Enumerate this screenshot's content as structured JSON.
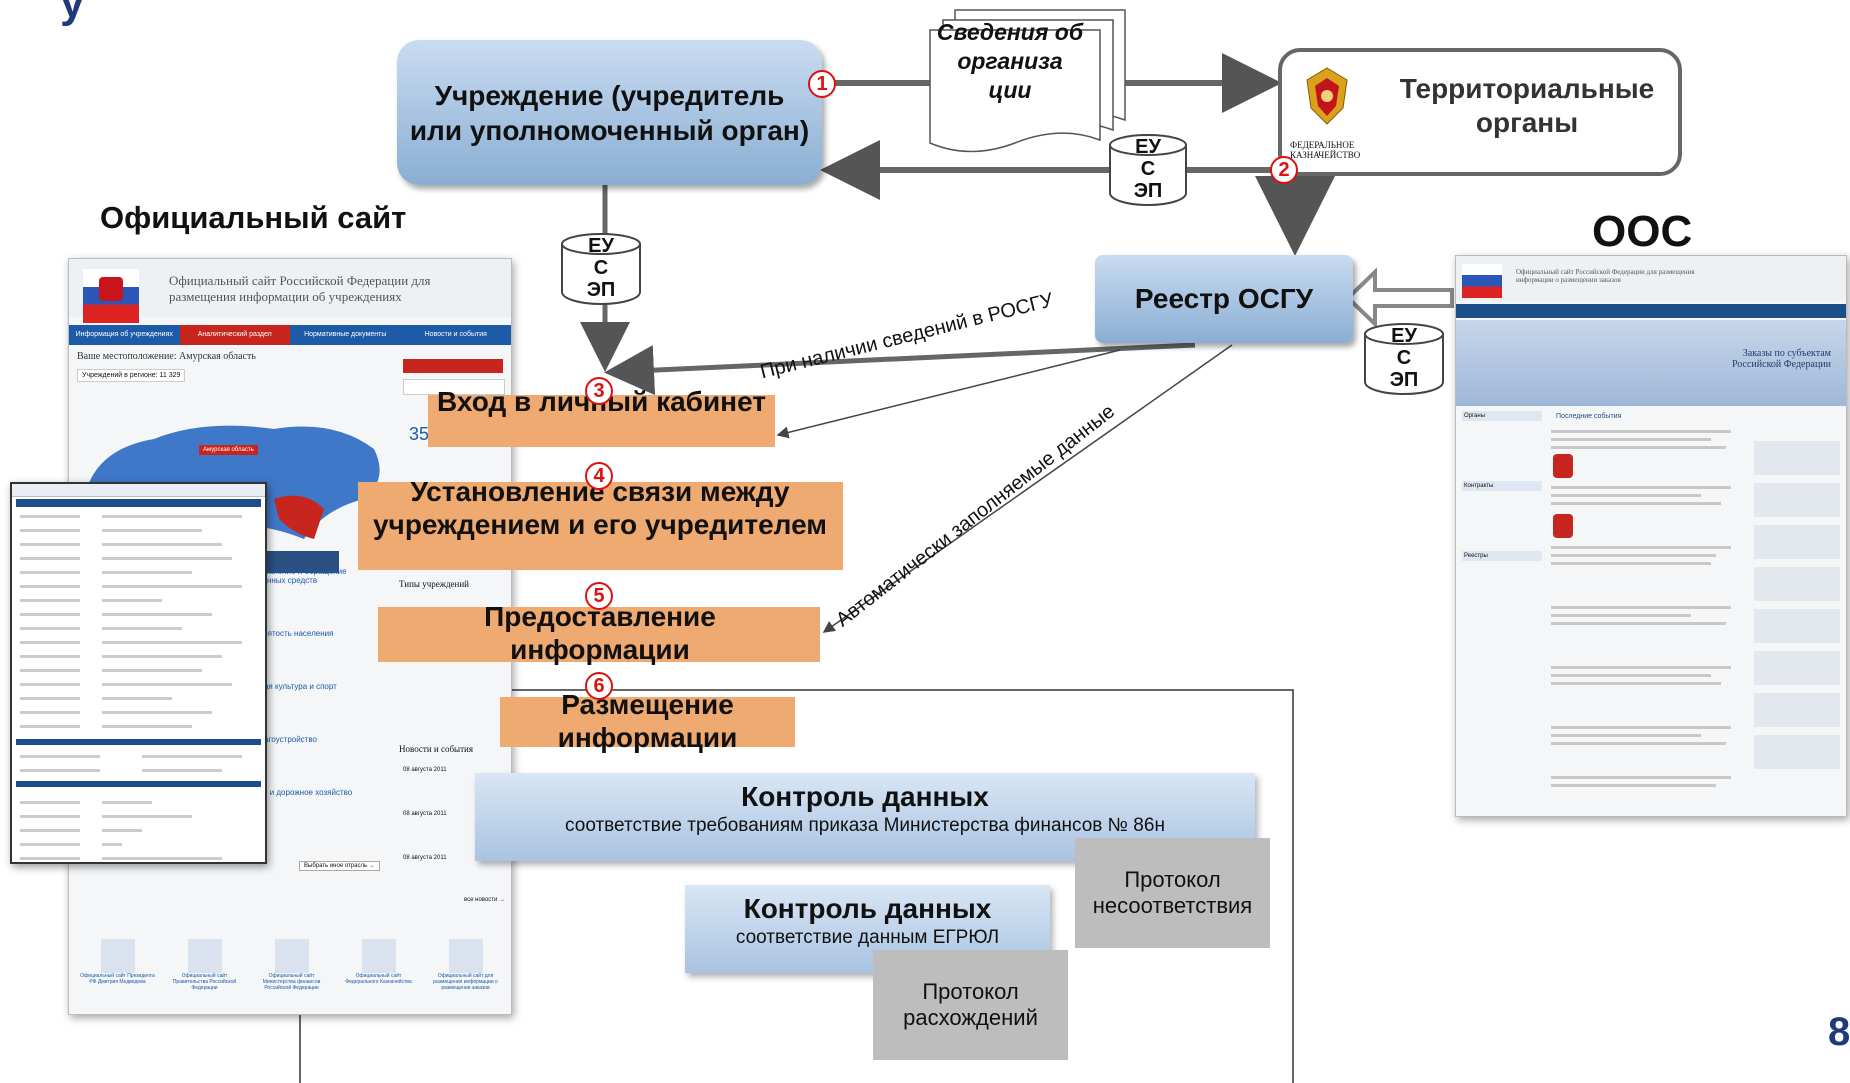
{
  "heading_fragment": "у",
  "page_number": "8",
  "institution": {
    "title": "Учреждение (учредитель или уполномоченный орган)"
  },
  "treasury": {
    "title": "Территориальные органы",
    "logo_text": "ФЕДЕРАЛЬНОЕ КАЗНАЧЕЙСТВО"
  },
  "documents": {
    "label": "Сведения об организа ции"
  },
  "registry": {
    "title": "Реестр ОСГУ"
  },
  "official_site": {
    "label": "Официальный сайт"
  },
  "oos": {
    "label": "ООС"
  },
  "eusep": {
    "line1": "ЕУ",
    "line2": "С",
    "line3": "ЭП"
  },
  "steps": [
    {
      "num": "1"
    },
    {
      "num": "2"
    },
    {
      "num": "3",
      "label": "Вход в личный кабинет"
    },
    {
      "num": "4",
      "label": "Установление связи между учреждением и его учредителем"
    },
    {
      "num": "5",
      "label": "Предоставление информации"
    },
    {
      "num": "6",
      "label": "Размещение информации"
    }
  ],
  "arrow_labels": {
    "rosgu": "При наличии сведений в РОСГУ",
    "auto": "Автоматически заполняемые данные"
  },
  "control1": {
    "title": "Контроль данных",
    "subtitle": "соответствие требованиям приказа  Министерства финансов № 86н"
  },
  "control2": {
    "title": "Контроль данных",
    "subtitle": "соответствие данным ЕГРЮЛ"
  },
  "protocol1": "Протокол несоответствия",
  "protocol2": "Протокол расхождений",
  "site_shot": {
    "header": "Официальный сайт Российской Федерации для размещения информации об учреждениях",
    "nav": [
      "Информация об учреждениях",
      "Аналитический раздел",
      "Нормативные документы",
      "Новости и события"
    ],
    "location_label": "Ваше местоположение: Амурская область",
    "count_label": "Учреждений в регионе: 11 329",
    "stat_value": "350 000",
    "map_popup": "Амурская область",
    "sections": [
      "Здравоохранение и обращение лекарственных средств",
      "Труд и занятость населения",
      "Физическая культура и спорт",
      "ЖКХ и благоустройство",
      "Транспорт и дорожное хозяйство"
    ],
    "news_title": "Новости и события",
    "news_dates": [
      "08 августа 2011",
      "08 августа 2011",
      "08 августа 2011"
    ],
    "types_title": "Типы учреждений",
    "select_other": "Выбрать иное отрасль →",
    "all_news": "все новости →",
    "footer_links": [
      "Официальный сайт Президента РФ Дмитрия Медведева",
      "Официальный сайт Правительства Российской Федерации",
      "Официальный сайт Министерства финансов Российской Федерации",
      "Официальный сайт Федерального Казначейства",
      "Официальный сайт для размещения информации о размещении заказов"
    ]
  },
  "oos_shot": {
    "header": "Официальный сайт Российской Федерации для размещения информации о размещении заказов",
    "banner": "Заказы по субъектам Российской Федерации",
    "news_title": "Последние события",
    "sidebar": [
      "Органы",
      "Контракты",
      "Реестры"
    ]
  },
  "colors": {
    "blue_box": "#a9c3e2",
    "orange_box": "#eeaa70",
    "marker": "#dd1111",
    "protocol": "#bdbdbd"
  }
}
